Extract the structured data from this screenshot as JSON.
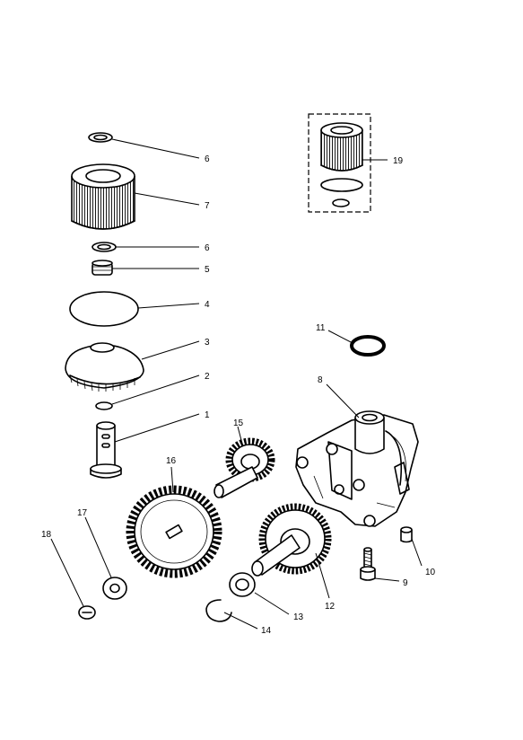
{
  "callouts": {
    "c1": "1",
    "c2": "2",
    "c3": "3",
    "c4": "4",
    "c5": "5",
    "c6a": "6",
    "c6b": "6",
    "c7": "7",
    "c8": "8",
    "c9": "9",
    "c10": "10",
    "c11": "11",
    "c12": "12",
    "c13": "13",
    "c14": "14",
    "c15": "15",
    "c16": "16",
    "c17": "17",
    "c18": "18",
    "c19": "19"
  },
  "colors": {
    "ink": "#000000",
    "background": "#ffffff"
  }
}
